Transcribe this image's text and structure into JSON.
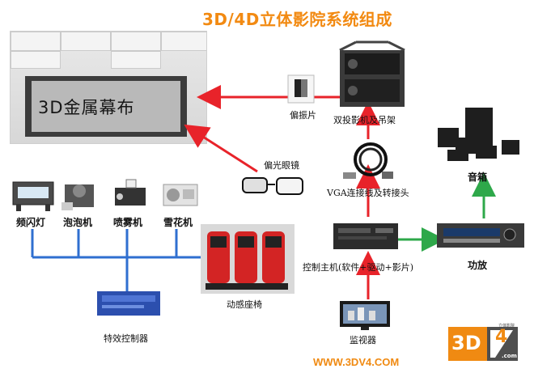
{
  "title": "3D/4D立体影院系统组成",
  "screen_text": "3D金属幕布",
  "labels": {
    "polarizer": "偏振片",
    "projectors": "双投影机及吊架",
    "glasses": "偏光眼镜",
    "vga": "VGA连接线及转接头",
    "speakers": "音箱",
    "amplifier": "功放",
    "strobe": "频闪灯",
    "bubble": "泡泡机",
    "fog": "喷雾机",
    "snow": "雪花机",
    "seats": "动感座椅",
    "host": "控制主机(软件+驱动+影片)",
    "effects_controller": "特效控制器",
    "monitor": "监视器"
  },
  "url": "WWW.3DV4.COM",
  "logo": {
    "text": "3D",
    "accent": "4",
    "small": "立体影院",
    "dotcom": ".com"
  },
  "colors": {
    "title": "#f28a12",
    "red_arrow": "#e8232a",
    "green_arrow": "#2ea84a",
    "blue_line": "#2f6fd0"
  }
}
